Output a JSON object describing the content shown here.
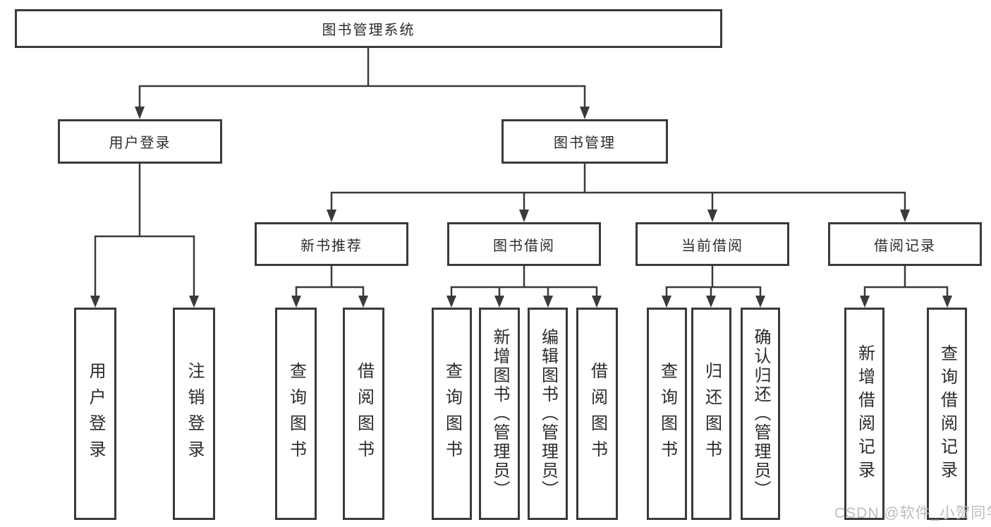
{
  "diagram": {
    "root": {
      "label": "图书管理系统"
    },
    "level2": [
      {
        "label": "用户登录",
        "leaves": [
          "用户登录",
          "注销登录"
        ]
      },
      {
        "label": "图书管理",
        "children": [
          {
            "label": "新书推荐",
            "leaves": [
              "查询图书",
              "借阅图书"
            ]
          },
          {
            "label": "图书借阅",
            "leaves": [
              "查询图书",
              "新增图书（管理员）",
              "编辑图书（管理员）",
              "借阅图书"
            ]
          },
          {
            "label": "当前借阅",
            "leaves": [
              "查询图书",
              "归还图书",
              "确认归还（管理员）"
            ]
          },
          {
            "label": "借阅记录",
            "leaves": [
              "新增借阅记录",
              "查询借阅记录"
            ]
          }
        ]
      }
    ]
  },
  "watermark": {
    "text": "CSDN @软件_小贺同学"
  },
  "colors": {
    "line": "#3a3a3a",
    "border": "#3a3a3a",
    "text": "#2b2b2b",
    "watermark": "#bcbcbc",
    "background": "#ffffff"
  }
}
